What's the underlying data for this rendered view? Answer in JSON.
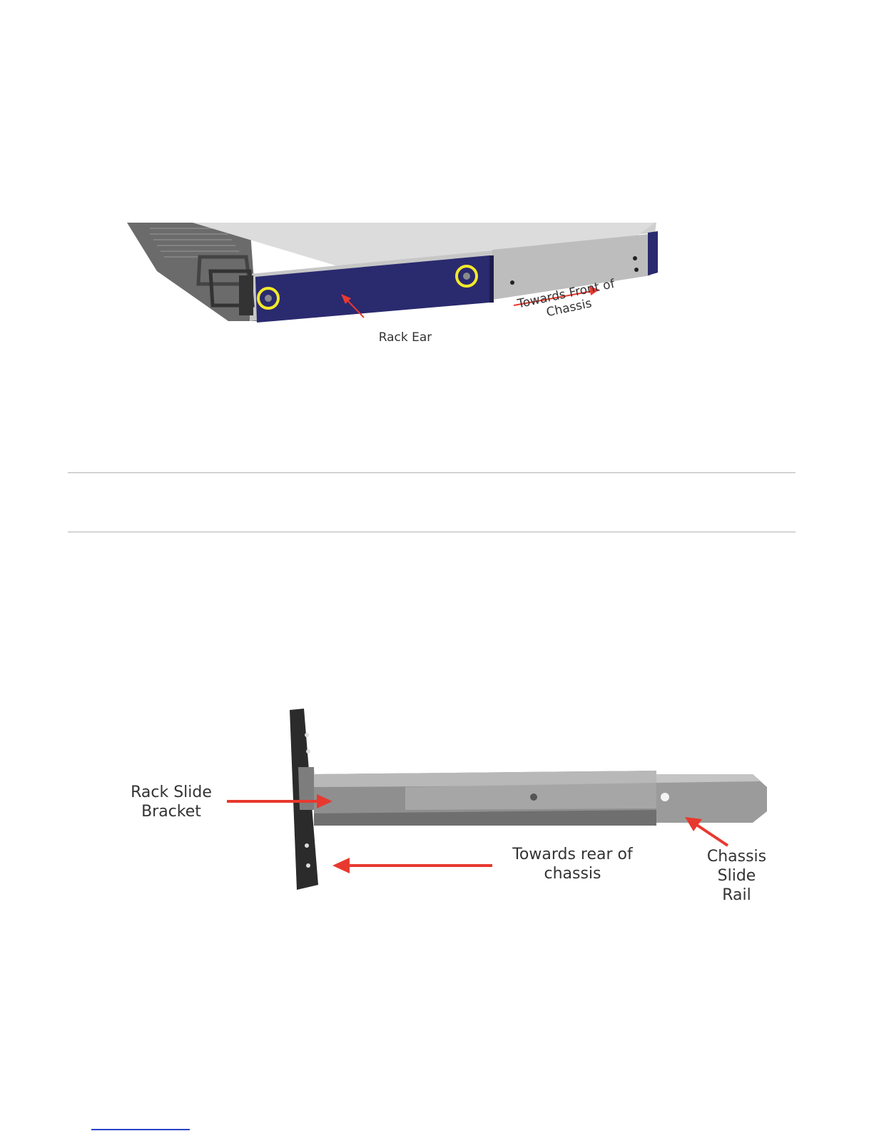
{
  "figure1": {
    "rack_ear_label": "Rack Ear",
    "front_label": "Towards Front of\nChassis",
    "colors": {
      "rack_ear": "#2a2a6f",
      "screw_highlight": "#f2ea29",
      "chassis": "#d9d9d9",
      "arrow": "#e8392f"
    }
  },
  "figure2": {
    "bracket_label": "Rack Slide\nBracket",
    "rear_label": "Towards rear of\nchassis",
    "rail_label": "Chassis\nSlide\nRail",
    "colors": {
      "arrow": "#e8392f",
      "rail": "#8f8f8f"
    }
  }
}
